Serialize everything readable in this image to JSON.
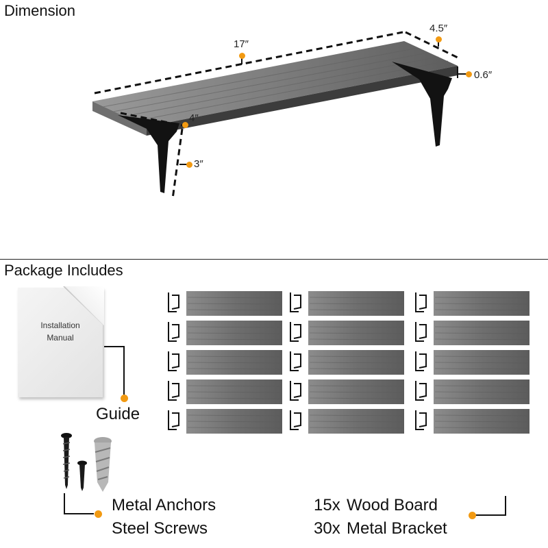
{
  "dimension_heading": "Dimension",
  "package_heading": "Package Includes",
  "dimensions": {
    "length": "17″",
    "depth": "4.5″",
    "thickness": "0.6″",
    "bracket_arm": "4″",
    "bracket_height": "3″"
  },
  "manual": {
    "line1": "Installation",
    "line2": "Manual"
  },
  "guide_label": "Guide",
  "hardware_line1": "Metal Anchors",
  "hardware_line2": "Steel Screws",
  "contents": {
    "board_qty": "15x",
    "board_label": "Wood Board",
    "bracket_qty": "30x",
    "bracket_label": "Metal Bracket"
  },
  "colors": {
    "accent_dot": "#f29a12",
    "wood": "#7a7a7a",
    "bracket": "#111111"
  }
}
